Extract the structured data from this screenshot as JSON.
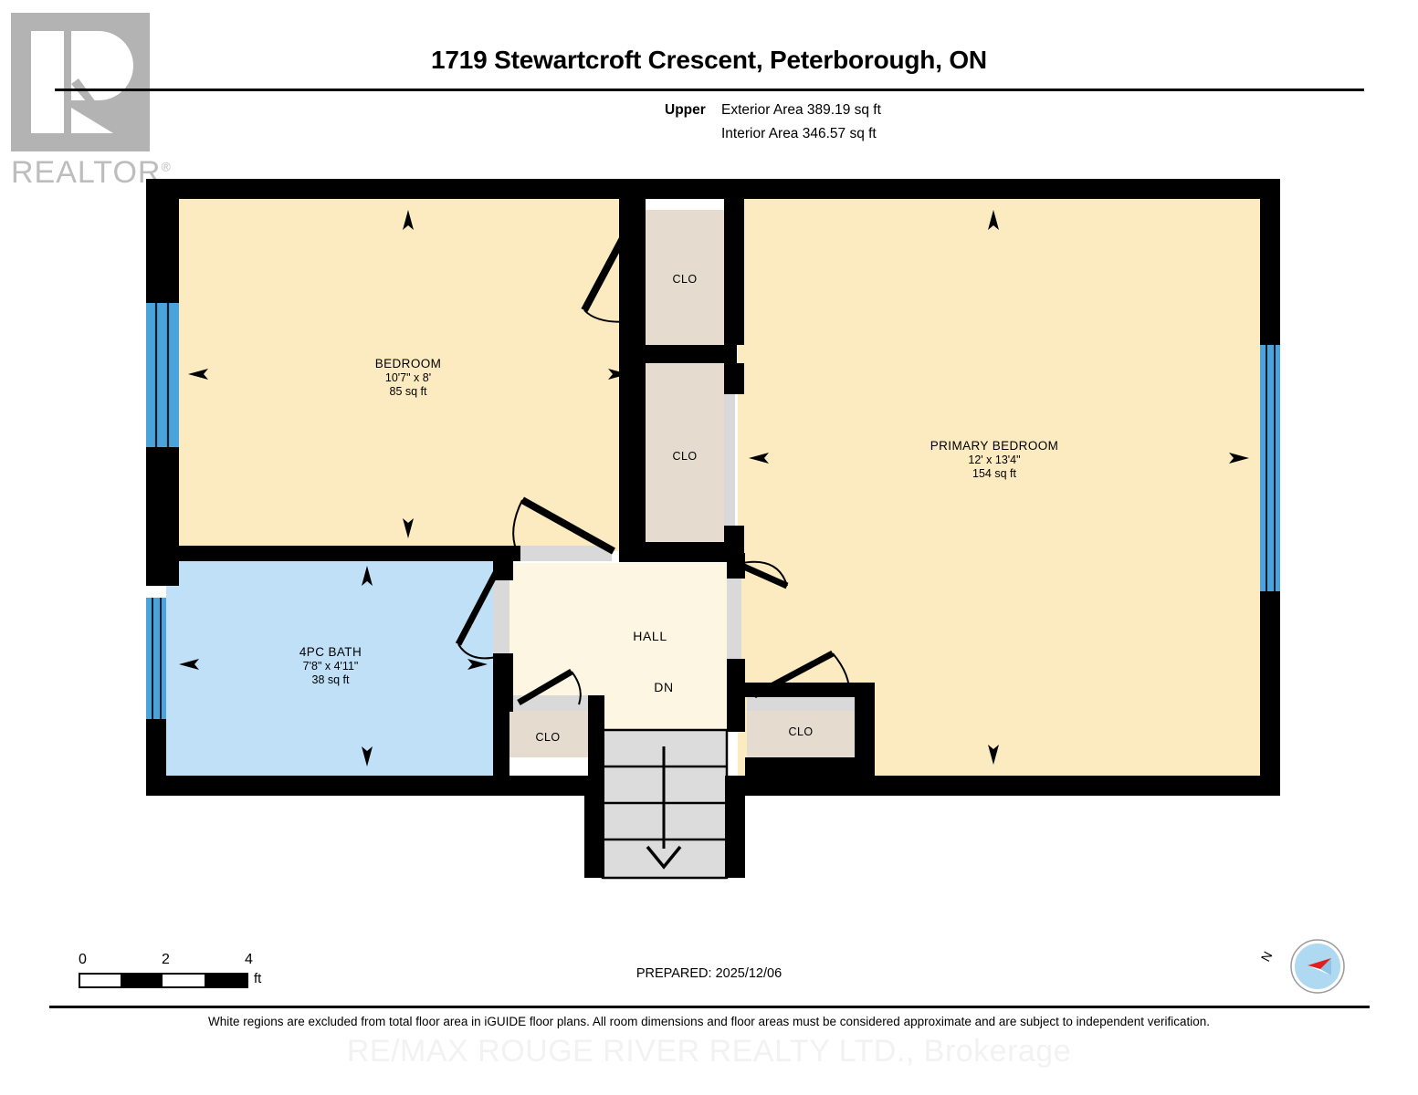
{
  "header": {
    "title": "1719 Stewartcroft Crescent, Peterborough, ON",
    "level_label": "Upper",
    "exterior_area": "Exterior Area 389.19 sq ft",
    "interior_area": "Interior Area 346.57 sq ft"
  },
  "logo": {
    "wordmark": "REALTOR",
    "registered": "®"
  },
  "rooms": [
    {
      "id": "bedroom",
      "name": "BEDROOM",
      "dimensions": "10'7\" x 8'",
      "area": "85 sq ft",
      "fill": "#FCEBC0"
    },
    {
      "id": "primary-bedroom",
      "name": "PRIMARY BEDROOM",
      "dimensions": "12' x 13'4\"",
      "area": "154 sq ft",
      "fill": "#FCEBC0"
    },
    {
      "id": "bath",
      "name": "4PC BATH",
      "dimensions": "7'8\" x 4'11\"",
      "area": "38 sq ft",
      "fill": "#BFE0F7"
    },
    {
      "id": "hall",
      "name": "HALL",
      "dimensions": "",
      "area": "",
      "fill": "#FDF6E3"
    }
  ],
  "closets": [
    {
      "id": "clo-top",
      "label": "CLO"
    },
    {
      "id": "clo-mid",
      "label": "CLO"
    },
    {
      "id": "clo-left",
      "label": "CLO"
    },
    {
      "id": "clo-right",
      "label": "CLO"
    }
  ],
  "stairs": {
    "label": "DN",
    "direction": "down",
    "treads": 4
  },
  "scale": {
    "tick_0": "0",
    "tick_2": "2",
    "tick_4": "4",
    "unit": "ft"
  },
  "footer": {
    "prepared": "PREPARED: 2025/12/06",
    "disclaimer": "White regions are excluded from total floor area in iGUIDE floor plans. All room dimensions and floor areas must be considered approximate and are subject to independent verification.",
    "watermark": "RE/MAX ROUGE RIVER REALTY LTD., Brokerage"
  },
  "compass": {
    "north_label": "N"
  },
  "colors": {
    "wall": "#000000",
    "room_fill": "#FCEBC0",
    "hall_fill": "#FDF6E3",
    "bath_fill": "#BFE0F7",
    "closet_fill": "#E5DCCF",
    "window": "#4BA3DC",
    "stairs": "#DCDCDC",
    "door_panel": "#D9D9D9",
    "logo_gray": "#B3B3B3"
  }
}
